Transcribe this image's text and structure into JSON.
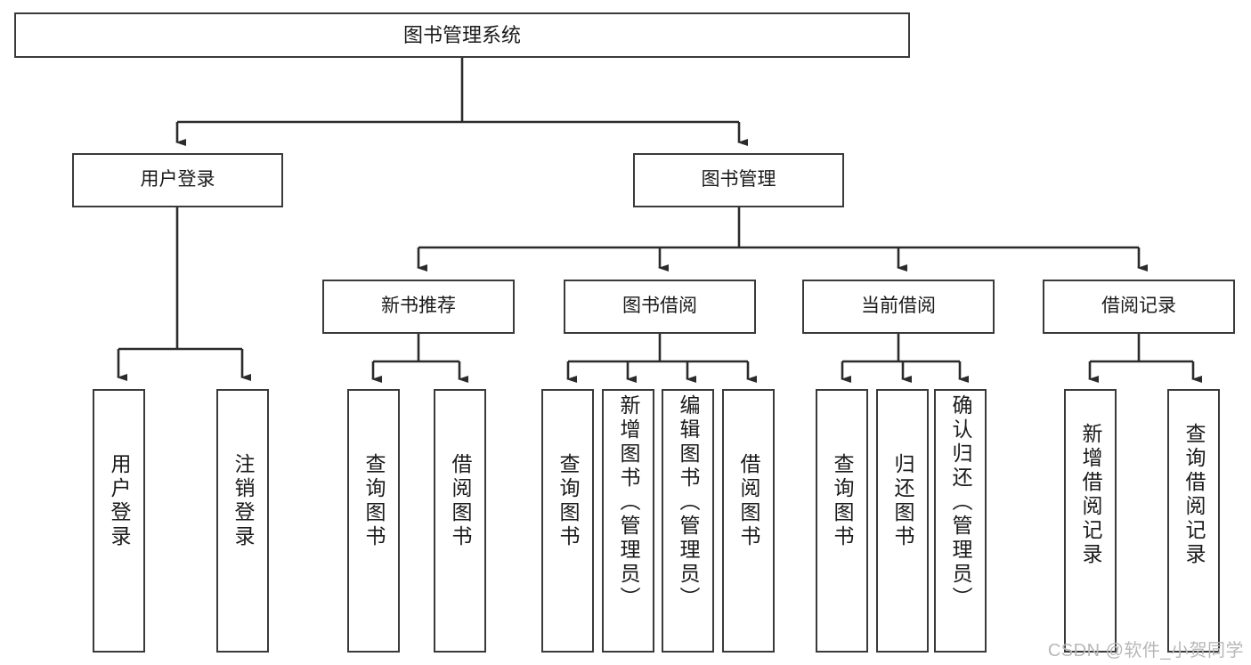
{
  "diagram": {
    "type": "tree-hierarchy-chart",
    "title": "图书管理系统",
    "colors": {
      "box_border": "#3a3a3a",
      "box_fill": "#ffffff",
      "connector": "#2b2b2b",
      "text": "#1a1a1a",
      "watermark": "#b8b8b8"
    },
    "root": {
      "label": "图书管理系统"
    },
    "level2": [
      {
        "label": "用户登录"
      },
      {
        "label": "图书管理"
      }
    ],
    "level3": [
      {
        "label": "新书推荐"
      },
      {
        "label": "图书借阅"
      },
      {
        "label": "当前借阅"
      },
      {
        "label": "借阅记录"
      }
    ],
    "leaves": {
      "user_login": [
        {
          "label": "用户登录"
        },
        {
          "label": "注销登录"
        }
      ],
      "new_book_recommend": [
        {
          "label": "查询图书"
        },
        {
          "label": "借阅图书"
        }
      ],
      "book_borrow": [
        {
          "label": "查询图书"
        },
        {
          "label": "新增图书（管理员）"
        },
        {
          "label": "编辑图书（管理员）"
        },
        {
          "label": "借阅图书"
        }
      ],
      "current_borrow": [
        {
          "label": "查询图书"
        },
        {
          "label": "归还图书"
        },
        {
          "label": "确认归还（管理员）"
        }
      ],
      "borrow_record": [
        {
          "label": "新增借阅记录"
        },
        {
          "label": "查询借阅记录"
        }
      ]
    },
    "watermark": "CSDN @软件_小贺同学"
  }
}
